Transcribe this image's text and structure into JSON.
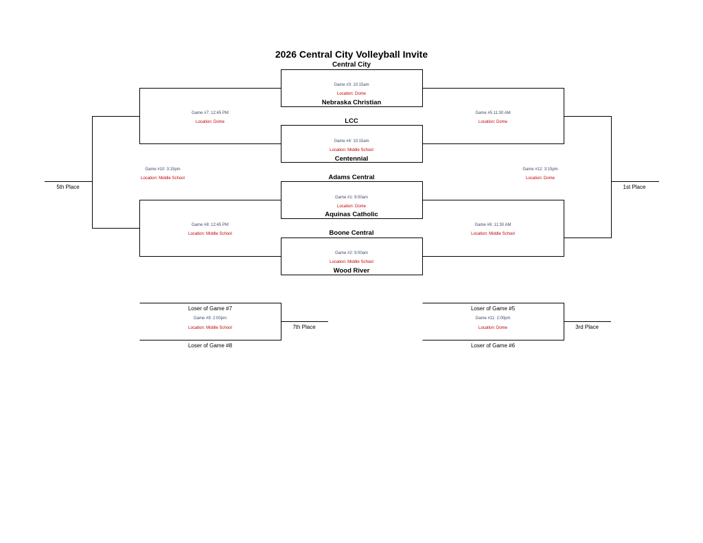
{
  "header": {
    "title": "2026 Central City Volleyball Invite",
    "subtitle": "Central City"
  },
  "teams": {
    "nebraska_christian": "Nebraska Christian",
    "lcc": "LCC",
    "centennial": "Centennial",
    "adams_central": "Adams Central",
    "aquinas_catholic": "Aquinas Catholic",
    "boone_central": "Boone Central",
    "wood_river": "Wood River"
  },
  "games": {
    "g3": {
      "time": "Game #3: 10:15am",
      "location": "Location: Dome"
    },
    "g4": {
      "time": "Game #4: 10:15am",
      "location": "Location: Middle School"
    },
    "g1": {
      "time": "Game #1: 9:00am",
      "location": "Location: Dome"
    },
    "g2": {
      "time": "Game #2: 9:00am",
      "location": "Location: Middle School"
    },
    "g7": {
      "time": "Game #7: 12:45 PM",
      "location": "Location: Dome"
    },
    "g8": {
      "time": "Game #8: 12:45 PM",
      "location": "Location: Middle School"
    },
    "g5": {
      "time": "Game #5 11:30 AM",
      "location": "Location: Dome"
    },
    "g6": {
      "time": "Game #6: 11:30 AM",
      "location": "Location: Middle School"
    },
    "g10": {
      "time": "Game #10: 3:15pm",
      "location": "Location: Middle School"
    },
    "g12": {
      "time": "Game #12: 3:15pm",
      "location": "Location: Dome"
    },
    "g9": {
      "time": "Game #9: 2:00pm",
      "location": "Location: Middle School"
    },
    "g11": {
      "time": "Game #11: 2:00pm",
      "location": "Location: Dome"
    }
  },
  "places": {
    "fifth": "5th Place",
    "first": "1st Place",
    "seventh": "7th Place",
    "third": "3rd Place"
  },
  "consolation": {
    "loser7": "Loser of Game #7",
    "loser8": "Loser of Game #8",
    "loser5": "Loser of Game #5",
    "loser6": "Loser of Game #6"
  }
}
